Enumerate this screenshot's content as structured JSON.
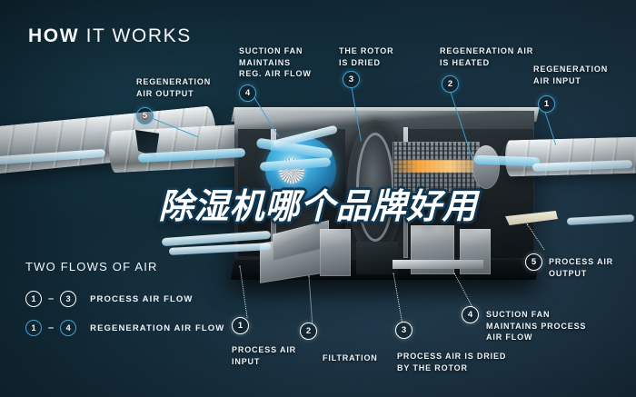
{
  "title": {
    "bold": "HOW",
    "light": "IT WORKS"
  },
  "overlay": {
    "headline": "除湿机哪个品牌好用"
  },
  "legend": {
    "heading": "TWO FLOWS OF AIR",
    "rows": [
      {
        "from": "1",
        "to": "3",
        "dash": "–",
        "label": "PROCESS AIR FLOW",
        "style": "white"
      },
      {
        "from": "1",
        "to": "4",
        "dash": "–",
        "label": "REGENERATION AIR FLOW",
        "style": "blue"
      }
    ]
  },
  "callouts": {
    "top": [
      {
        "num": "5",
        "label": "REGENERATION\nAIR OUTPUT",
        "style": "blue"
      },
      {
        "num": "4",
        "label": "SUCTION FAN\nMAINTAINS\nREG. AIR FLOW",
        "style": "blue"
      },
      {
        "num": "3",
        "label": "THE ROTOR\nIS DRIED",
        "style": "blue"
      },
      {
        "num": "2",
        "label": "REGENERATION AIR\nIS HEATED",
        "style": "blue"
      },
      {
        "num": "1",
        "label": "REGENERATION\nAIR INPUT",
        "style": "blue"
      }
    ],
    "bottom": [
      {
        "num": "1",
        "label": "PROCESS AIR\nINPUT",
        "style": "white"
      },
      {
        "num": "2",
        "label": "FILTRATION",
        "style": "white"
      },
      {
        "num": "3",
        "label": "PROCESS AIR IS DRIED\nBY THE ROTOR",
        "style": "white"
      },
      {
        "num": "4",
        "label": "SUCTION FAN\nMAINTAINS PROCESS\nAIR FLOW",
        "style": "white"
      },
      {
        "num": "5",
        "label": "PROCESS AIR\nOUTPUT",
        "style": "white"
      }
    ]
  },
  "colors": {
    "background_dark": "#1b2f3e",
    "background_deep": "#0b212c",
    "accent_blue": "#3fa4d6",
    "text_light": "#eaf2f6",
    "airflow_blue": "#9ed8f0",
    "heater_orange": "#ffa83c"
  },
  "diagram": {
    "machine": "desiccant-dehumidifier-cutaway",
    "parts": [
      "left-spiral-duct",
      "right-spiral-duct",
      "cabinet",
      "rotor-wheel",
      "centrifugal-fan",
      "heater-coil",
      "filter-panels",
      "airflow-ribbons"
    ]
  }
}
